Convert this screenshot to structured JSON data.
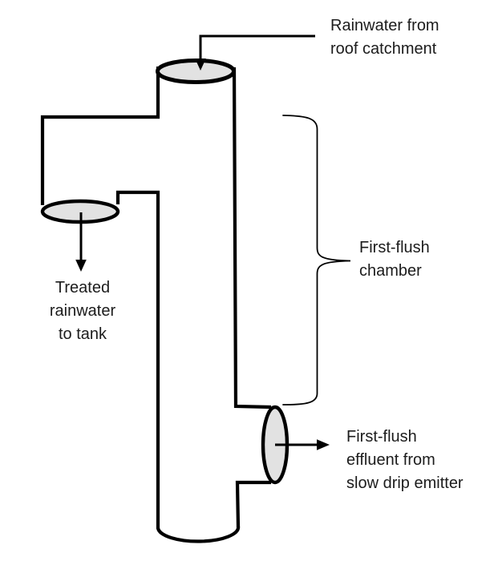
{
  "labels": {
    "inlet": "Rainwater from\nroof catchment",
    "treated_outlet": "Treated\nrainwater\nto tank",
    "chamber": "First-flush\nchamber",
    "effluent": "First-flush\neffluent from\nslow drip emitter"
  },
  "colors": {
    "line": "#000000",
    "opening_fill": "#e2e2e2",
    "text": "#1c1c1c",
    "background": "#ffffff"
  }
}
